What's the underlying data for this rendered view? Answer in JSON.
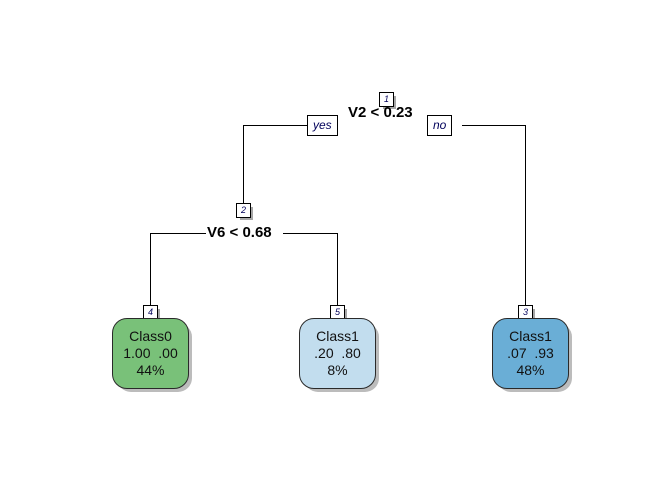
{
  "diagram": {
    "type": "decision-tree",
    "background_color": "#ffffff"
  },
  "nodes": {
    "root": {
      "id": "1",
      "condition": "V2 < 0.23",
      "yes_label": "yes",
      "no_label": "no"
    },
    "internal": {
      "id": "2",
      "condition": "V6 < 0.68"
    }
  },
  "leaves": [
    {
      "id": "4",
      "class_label": "Class0",
      "prob_left": "1.00",
      "prob_right": ".00",
      "probs": "1.00  .00",
      "percent": "44%",
      "fill_color": "#79c179"
    },
    {
      "id": "5",
      "class_label": "Class1",
      "prob_left": ".20",
      "prob_right": ".80",
      "probs": ".20  .80",
      "percent": "8%",
      "fill_color": "#c2ddee"
    },
    {
      "id": "3",
      "class_label": "Class1",
      "prob_left": ".07",
      "prob_right": ".93",
      "probs": ".07  .93",
      "percent": "48%",
      "fill_color": "#6aaed6"
    }
  ]
}
